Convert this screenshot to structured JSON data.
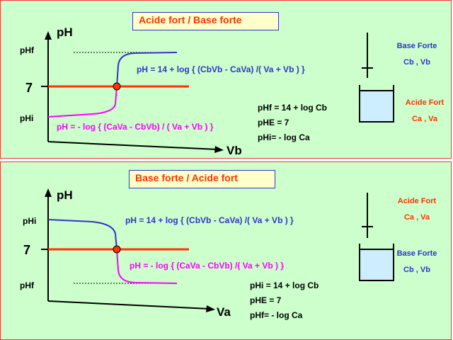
{
  "colors": {
    "background": "#ccffcc",
    "border": "#ff3333",
    "title_bg": "#ffffcc",
    "acid_curve": "#ff00ff",
    "base_curve": "#3333cc",
    "seven_line": "#ff3300",
    "equiv_point": "#ff3300",
    "beaker_fill": "#cceeff"
  },
  "top": {
    "title": "Acide fort / Base forte",
    "axis_y": "pH",
    "axis_x": "Vb",
    "label_phf": "pHf",
    "label_7": "7",
    "label_phi": "pHi",
    "formula_base": "pH = 14 + log { (CbVb - CaVa) /( Va + Vb ) }",
    "formula_acid": "pH = - log { (CaVa - CbVb) / ( Va + Vb ) }",
    "summary": [
      "pHf = 14 + log Cb",
      "pHE = 7",
      "pHi= - log Ca"
    ],
    "burette_label": "Base Forte",
    "burette_conc": "Cb , Vb",
    "beaker_label": "Acide Fort",
    "beaker_conc": "Ca , Va"
  },
  "bottom": {
    "title": "Base forte / Acide fort",
    "axis_y": "pH",
    "axis_x": "Va",
    "label_phi": "pHi",
    "label_7": "7",
    "label_phf": "pHf",
    "formula_base": "pH = 14 + log { (CbVb - CaVa) /( Va + Vb ) }",
    "formula_acid": "pH = - log { (CaVa - CbVb) /( Va + Vb ) }",
    "summary": [
      "pHi = 14 + log Cb",
      "pHE = 7",
      "pHf= - log Ca"
    ],
    "burette_label": "Acide Fort",
    "burette_conc": "Ca , Va",
    "beaker_label": "Base Forte",
    "beaker_conc": "Cb , Vb"
  }
}
